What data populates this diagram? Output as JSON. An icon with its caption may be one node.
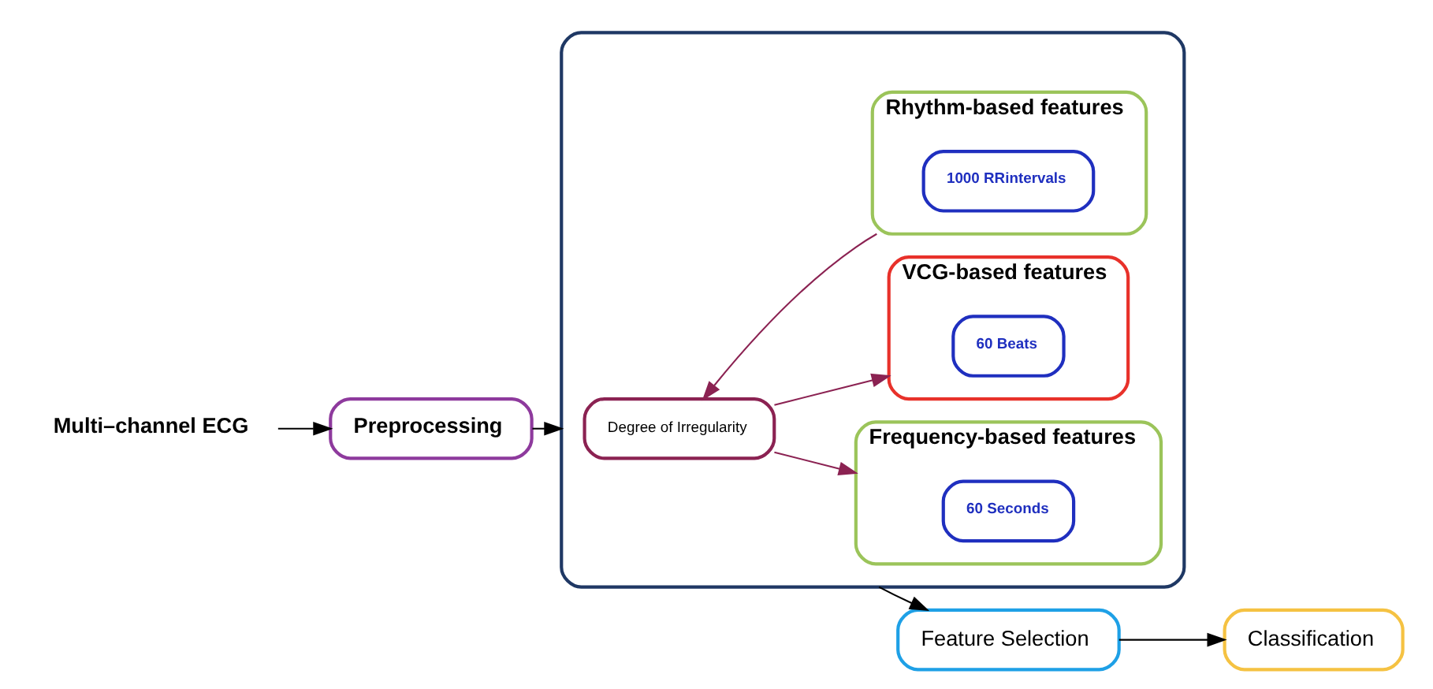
{
  "diagram": {
    "nodes": [
      {
        "text": [
          "Multi–channel ECG"
        ]
      },
      {
        "text": [
          "Preprocessing"
        ]
      },
      {
        "text": [],
        "shape": "box"
      },
      {
        "text": [
          "Degree of Irregularity"
        ],
        "in": 2
      },
      {
        "text": [
          "Rhythm-based features"
        ],
        "in": 2
      },
      {
        "text": [
          "1000 RRintervals"
        ],
        "in": 4
      },
      {
        "text": [
          "VCG-based features"
        ],
        "in": 2
      },
      {
        "text": [
          "60 Beats"
        ],
        "in": 6
      },
      {
        "text": [
          "Frequency-based features"
        ],
        "in": 2
      },
      {
        "text": [
          "60 Seconds"
        ],
        "in": 8
      },
      {
        "text": [
          "Feature Selection"
        ]
      },
      {
        "text": [
          "Classification"
        ]
      }
    ],
    "edges": [
      {
        "from": 0,
        "to": 1,
        "arrow": "to"
      },
      {
        "from": 1,
        "to": 2,
        "arrow": "to"
      },
      {
        "from": 4,
        "to": 3,
        "arrow": "to",
        "color": "#8b2252"
      },
      {
        "from": 3,
        "to": 6,
        "arrow": "to",
        "color": "#8b2252"
      },
      {
        "from": 3,
        "to": 8,
        "arrow": "to",
        "color": "#8b2252"
      },
      {
        "from": 2,
        "to": 10,
        "arrow": "to"
      },
      {
        "from": 10,
        "to": 11,
        "arrow": "to"
      }
    ]
  }
}
